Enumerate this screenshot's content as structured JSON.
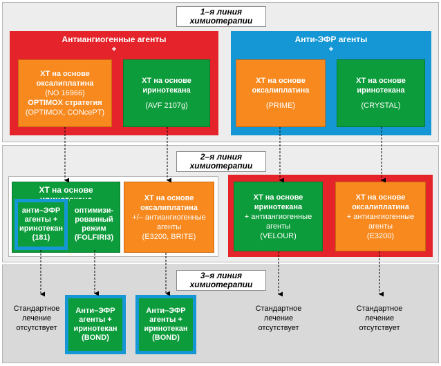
{
  "line1": {
    "label_1": "1–я линия",
    "label_2": "химиотерапии"
  },
  "line2": {
    "label_1": "2–я линия",
    "label_2": "химиотерапии"
  },
  "line3": {
    "label_1": "3–я линия",
    "label_2": "химиотерапии"
  },
  "antiangio_group": {
    "title": "Антиангиогенные агенты",
    "plus": "+"
  },
  "antiegfr_group": {
    "title": "Анти-ЭФР агенты",
    "plus": "+"
  },
  "l1_ox_antiangio": {
    "line_1": "ХТ на основе",
    "line_2": "оксалиплатина",
    "line_3": "(NO 16966)",
    "line_4": "OPTIMOX стратегия",
    "line_5": "(OPTIMOX, CONcePT)"
  },
  "l1_iri_antiangio": {
    "line_1": "ХТ на основе",
    "line_2": "иринотекана",
    "line_3": "(AVF 2107g)"
  },
  "l1_ox_antiegfr": {
    "line_1": "ХТ на основе",
    "line_2": "оксалиплатина",
    "line_3": "(PRIME)"
  },
  "l1_iri_antiegfr": {
    "line_1": "ХТ на основе",
    "line_2": "иринотекана",
    "line_3": "(CRYSTAL)"
  },
  "l2_iri_group": {
    "title": "ХТ на основе иринотекана"
  },
  "l2_antiegfr_iri": {
    "line_1": "анти–ЭФР",
    "line_2": "агенты +",
    "line_3": "иринотекан",
    "line_4": "(181)"
  },
  "l2_optimized": {
    "line_1": "оптимизи-",
    "line_2": "рованный",
    "line_3": "режим",
    "line_4": "(FOLFIRI3)"
  },
  "l2_ox_antiangio": {
    "line_1": "ХТ на основе",
    "line_2": "оксалиплатина",
    "line_3": "+/– антиангиогенные",
    "line_4": "агенты",
    "line_5": "(E3200, BRITE)"
  },
  "l2_iri_antiangio": {
    "line_1": "ХТ на основе",
    "line_2": "иринотекана",
    "line_3": "+ антиангиогенные",
    "line_4": "агенты",
    "line_5": "(VELOUR)"
  },
  "l2_ox_antiangio_right": {
    "line_1": "ХТ на основе",
    "line_2": "оксалиплатина",
    "line_3": "+ антиангиогенные",
    "line_4": "агенты",
    "line_5": "(E3200)"
  },
  "l3": {
    "std_1": {
      "line_1": "Стандартное",
      "line_2": "лечение",
      "line_3": "отсутствует"
    },
    "bond_1": {
      "line_1": "Анти–ЭФР",
      "line_2": "агенты +",
      "line_3": "иринотекан",
      "line_4": "(BOND)"
    },
    "bond_2": {
      "line_1": "Анти–ЭФР",
      "line_2": "агенты +",
      "line_3": "иринотекан",
      "line_4": "(BOND)"
    },
    "std_2": {
      "line_1": "Стандартное",
      "line_2": "лечение",
      "line_3": "отсутствует"
    },
    "std_3": {
      "line_1": "Стандартное",
      "line_2": "лечение",
      "line_3": "отсутствует"
    }
  },
  "colors": {
    "red": "#e4242a",
    "blue": "#1597d5",
    "orange": "#f7891f",
    "green": "#0d9c3b",
    "band_light": "#ededed",
    "band_dark": "#d9d9d9"
  }
}
